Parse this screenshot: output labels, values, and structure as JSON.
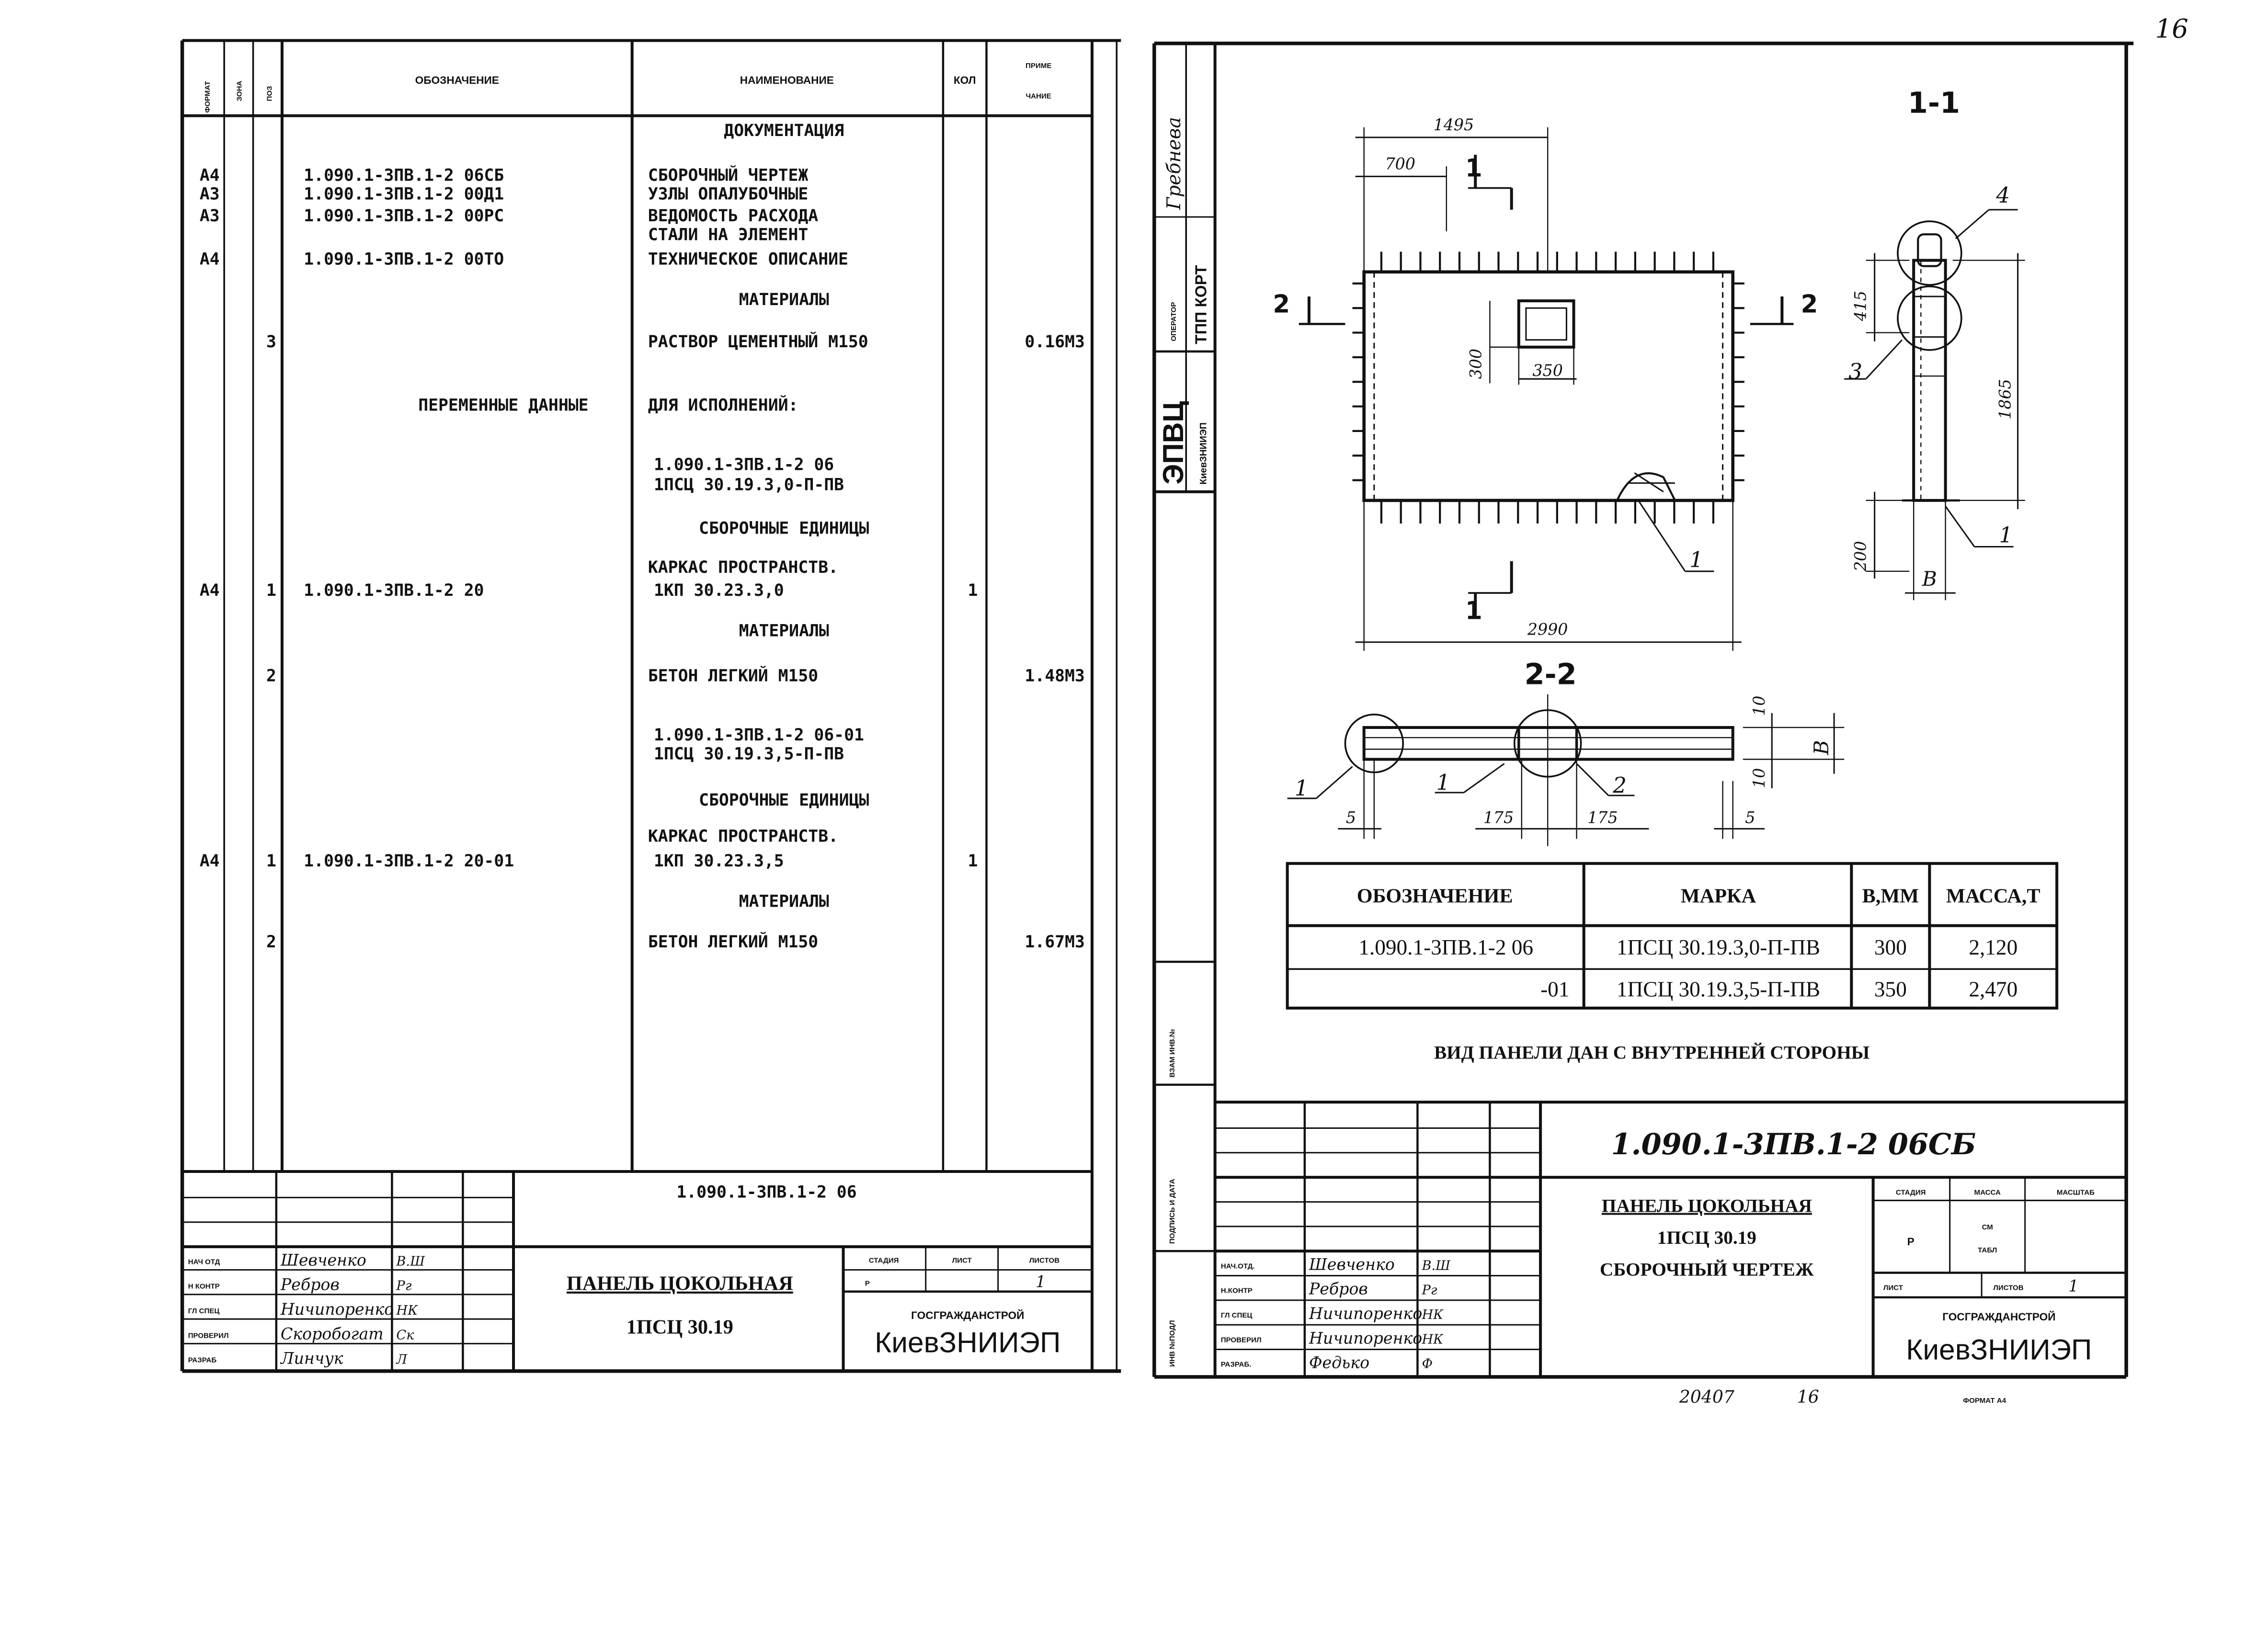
{
  "page_mark": "16",
  "left_sheet": {
    "headers": {
      "format": "ФОРМАТ",
      "zone": "ЗОНА",
      "pos": "ПОЗ",
      "designation": "ОБОЗНАЧЕНИЕ",
      "name": "НАИМЕНОВАНИЕ",
      "qty": "КОЛ",
      "note1": "ПРИМЕ",
      "note2": "ЧАНИЕ"
    },
    "rows": [
      {
        "format": "",
        "pos": "",
        "designation": "",
        "name": "ДОКУМЕНТАЦИЯ",
        "qty": "",
        "note": ""
      },
      {
        "format": "А4",
        "pos": "",
        "designation": "1.090.1-3ПВ.1-2 06СБ",
        "name": "СБОРОЧНЫЙ ЧЕРТЕЖ",
        "qty": "",
        "note": ""
      },
      {
        "format": "А3",
        "pos": "",
        "designation": "1.090.1-3ПВ.1-2 00Д1",
        "name": "УЗЛЫ ОПАЛУБОЧНЫЕ",
        "qty": "",
        "note": ""
      },
      {
        "format": "А3",
        "pos": "",
        "designation": "1.090.1-3ПВ.1-2 00РС",
        "name": "ВЕДОМОСТЬ РАСХОДА",
        "qty": "",
        "note": ""
      },
      {
        "format": "",
        "pos": "",
        "designation": "",
        "name": "СТАЛИ НА ЭЛЕМЕНТ",
        "qty": "",
        "note": ""
      },
      {
        "format": "А4",
        "pos": "",
        "designation": "1.090.1-3ПВ.1-2 00ТО",
        "name": "ТЕХНИЧЕСКОЕ ОПИСАНИЕ",
        "qty": "",
        "note": ""
      },
      {
        "format": "",
        "pos": "",
        "designation": "",
        "name": "МАТЕРИАЛЫ",
        "qty": "",
        "note": ""
      },
      {
        "format": "",
        "pos": "3",
        "designation": "",
        "name": "РАСТВОР ЦЕМЕНТНЫЙ М150",
        "qty": "",
        "note": "0.16М3"
      },
      {
        "format": "",
        "pos": "",
        "designation": "ПЕРЕМЕННЫЕ ДАННЫЕ",
        "name": "ДЛЯ ИСПОЛНЕНИЙ:",
        "qty": "",
        "note": ""
      },
      {
        "format": "",
        "pos": "",
        "designation": "",
        "name": "1.090.1-3ПВ.1-2 06",
        "qty": "",
        "note": ""
      },
      {
        "format": "",
        "pos": "",
        "designation": "",
        "name": "1ПСЦ 30.19.3,0-П-ПВ",
        "qty": "",
        "note": ""
      },
      {
        "format": "",
        "pos": "",
        "designation": "",
        "name": "СБОРОЧНЫЕ ЕДИНИЦЫ",
        "qty": "",
        "note": ""
      },
      {
        "format": "",
        "pos": "",
        "designation": "",
        "name": "КАРКАС ПРОСТРАНСТВ.",
        "qty": "",
        "note": ""
      },
      {
        "format": "А4",
        "pos": "1",
        "designation": "1.090.1-3ПВ.1-2 20",
        "name": "1КП 30.23.3,0",
        "qty": "1",
        "note": ""
      },
      {
        "format": "",
        "pos": "",
        "designation": "",
        "name": "МАТЕРИАЛЫ",
        "qty": "",
        "note": ""
      },
      {
        "format": "",
        "pos": "2",
        "designation": "",
        "name": "БЕТОН ЛЕГКИЙ М150",
        "qty": "",
        "note": "1.48М3"
      },
      {
        "format": "",
        "pos": "",
        "designation": "",
        "name": "1.090.1-3ПВ.1-2 06-01",
        "qty": "",
        "note": ""
      },
      {
        "format": "",
        "pos": "",
        "designation": "",
        "name": "1ПСЦ 30.19.3,5-П-ПВ",
        "qty": "",
        "note": ""
      },
      {
        "format": "",
        "pos": "",
        "designation": "",
        "name": "СБОРОЧНЫЕ ЕДИНИЦЫ",
        "qty": "",
        "note": ""
      },
      {
        "format": "",
        "pos": "",
        "designation": "",
        "name": "КАРКАС ПРОСТРАНСТВ.",
        "qty": "",
        "note": ""
      },
      {
        "format": "А4",
        "pos": "1",
        "designation": "1.090.1-3ПВ.1-2 20-01",
        "name": "1КП 30.23.3,5",
        "qty": "1",
        "note": ""
      },
      {
        "format": "",
        "pos": "",
        "designation": "",
        "name": "МАТЕРИАЛЫ",
        "qty": "",
        "note": ""
      },
      {
        "format": "",
        "pos": "2",
        "designation": "",
        "name": "БЕТОН ЛЕГКИЙ М150",
        "qty": "",
        "note": "1.67М3"
      }
    ],
    "title_block": {
      "code": "1.090.1-3ПВ.1-2 06",
      "title1": "ПАНЕЛЬ ЦОКОЛЬНАЯ",
      "title2": "1ПСЦ 30.19",
      "stage_label": "СТАДИЯ",
      "sheet_label": "ЛИСТ",
      "sheets_label": "ЛИСТОВ",
      "stage": "Р",
      "sheets": "1",
      "org": "ГОСГРАЖДАНСТРОЙ",
      "institute": "КиевЗНИИЭП",
      "roles": [
        {
          "role": "НАЧ ОТД",
          "name": "Шевченко",
          "sign": "В.Ш"
        },
        {
          "role": "Н КОНТР",
          "name": "Ребров",
          "sign": "Рг"
        },
        {
          "role": "ГЛ СПЕЦ",
          "name": "Ничипоренко",
          "sign": "НК"
        },
        {
          "role": "ПРОВЕРИЛ",
          "name": "Скоробогат",
          "sign": "Ск"
        },
        {
          "role": "РАЗРАБ",
          "name": "Линчук",
          "sign": "Л"
        }
      ]
    }
  },
  "right_sheet": {
    "side_stamp": {
      "operator_label": "ОПЕРАТОР",
      "operator_value": "ТПП КОРТ",
      "name": "Гребнева",
      "org": "ЭПВЦ",
      "institute": "КиевЗНИИЭП",
      "vzam": "ВЗАМ ИНВ.№",
      "podpis": "ПОДПИСЬ И ДАТА",
      "inv": "ИНВ №ПОДЛ"
    },
    "drawing": {
      "section_11": "1-1",
      "section_22": "2-2",
      "cut_1": "1",
      "cut_2": "2",
      "dims": {
        "d1495": "1495",
        "d700": "700",
        "d300": "300",
        "d350": "350",
        "d2990": "2990",
        "d415": "415",
        "d1865": "1865",
        "d200": "200",
        "dB": "В",
        "d10a": "10",
        "d10b": "10",
        "d175a": "175",
        "d175b": "175",
        "d5a": "5",
        "d5b": "5"
      },
      "callouts": {
        "c1": "1",
        "c2": "1",
        "c3": "3",
        "c4": "4",
        "c5": "1",
        "c6": "1",
        "c7": "2"
      }
    },
    "marks_table": {
      "headers": [
        "ОБОЗНАЧЕНИЕ",
        "МАРКА",
        "В,ММ",
        "МАССА,Т"
      ],
      "rows": [
        [
          "1.090.1-3ПВ.1-2 06",
          "1ПСЦ 30.19.3,0-П-ПВ",
          "300",
          "2,120"
        ],
        [
          "-01",
          "1ПСЦ 30.19.3,5-П-ПВ",
          "350",
          "2,470"
        ]
      ]
    },
    "view_note": "ВИД ПАНЕЛИ ДАН С ВНУТРЕННЕЙ СТОРОНЫ",
    "title_block": {
      "code": "1.090.1-3ПВ.1-2 06СБ",
      "title1": "ПАНЕЛЬ ЦОКОЛЬНАЯ",
      "title2": "1ПСЦ 30.19",
      "title3": "СБОРОЧНЫЙ ЧЕРТЕЖ",
      "stage_label": "СТАДИЯ",
      "mass_label": "МАССА",
      "scale_label": "МАСШТАБ",
      "stage": "Р",
      "mass": "СМ",
      "mass2": "ТАБЛ",
      "sheet_label": "ЛИСТ",
      "sheets_label": "ЛИСТОВ",
      "sheets": "1",
      "org": "ГОСГРАЖДАНСТРОЙ",
      "institute": "КиевЗНИИЭП",
      "roles": [
        {
          "role": "НАЧ.ОТД.",
          "name": "Шевченко",
          "sign": "В.Ш"
        },
        {
          "role": "Н.КОНТР",
          "name": "Ребров",
          "sign": "Рг"
        },
        {
          "role": "ГЛ СПЕЦ",
          "name": "Ничипоренко",
          "sign": "НК"
        },
        {
          "role": "ПРОВЕРИЛ",
          "name": "Ничипоренко",
          "sign": "НК"
        },
        {
          "role": "РАЗРАБ.",
          "name": "Федько",
          "sign": "Ф"
        }
      ]
    },
    "footer_left": "20407",
    "footer_mid": "16",
    "footer_format": "ФОРМАТ А4"
  }
}
